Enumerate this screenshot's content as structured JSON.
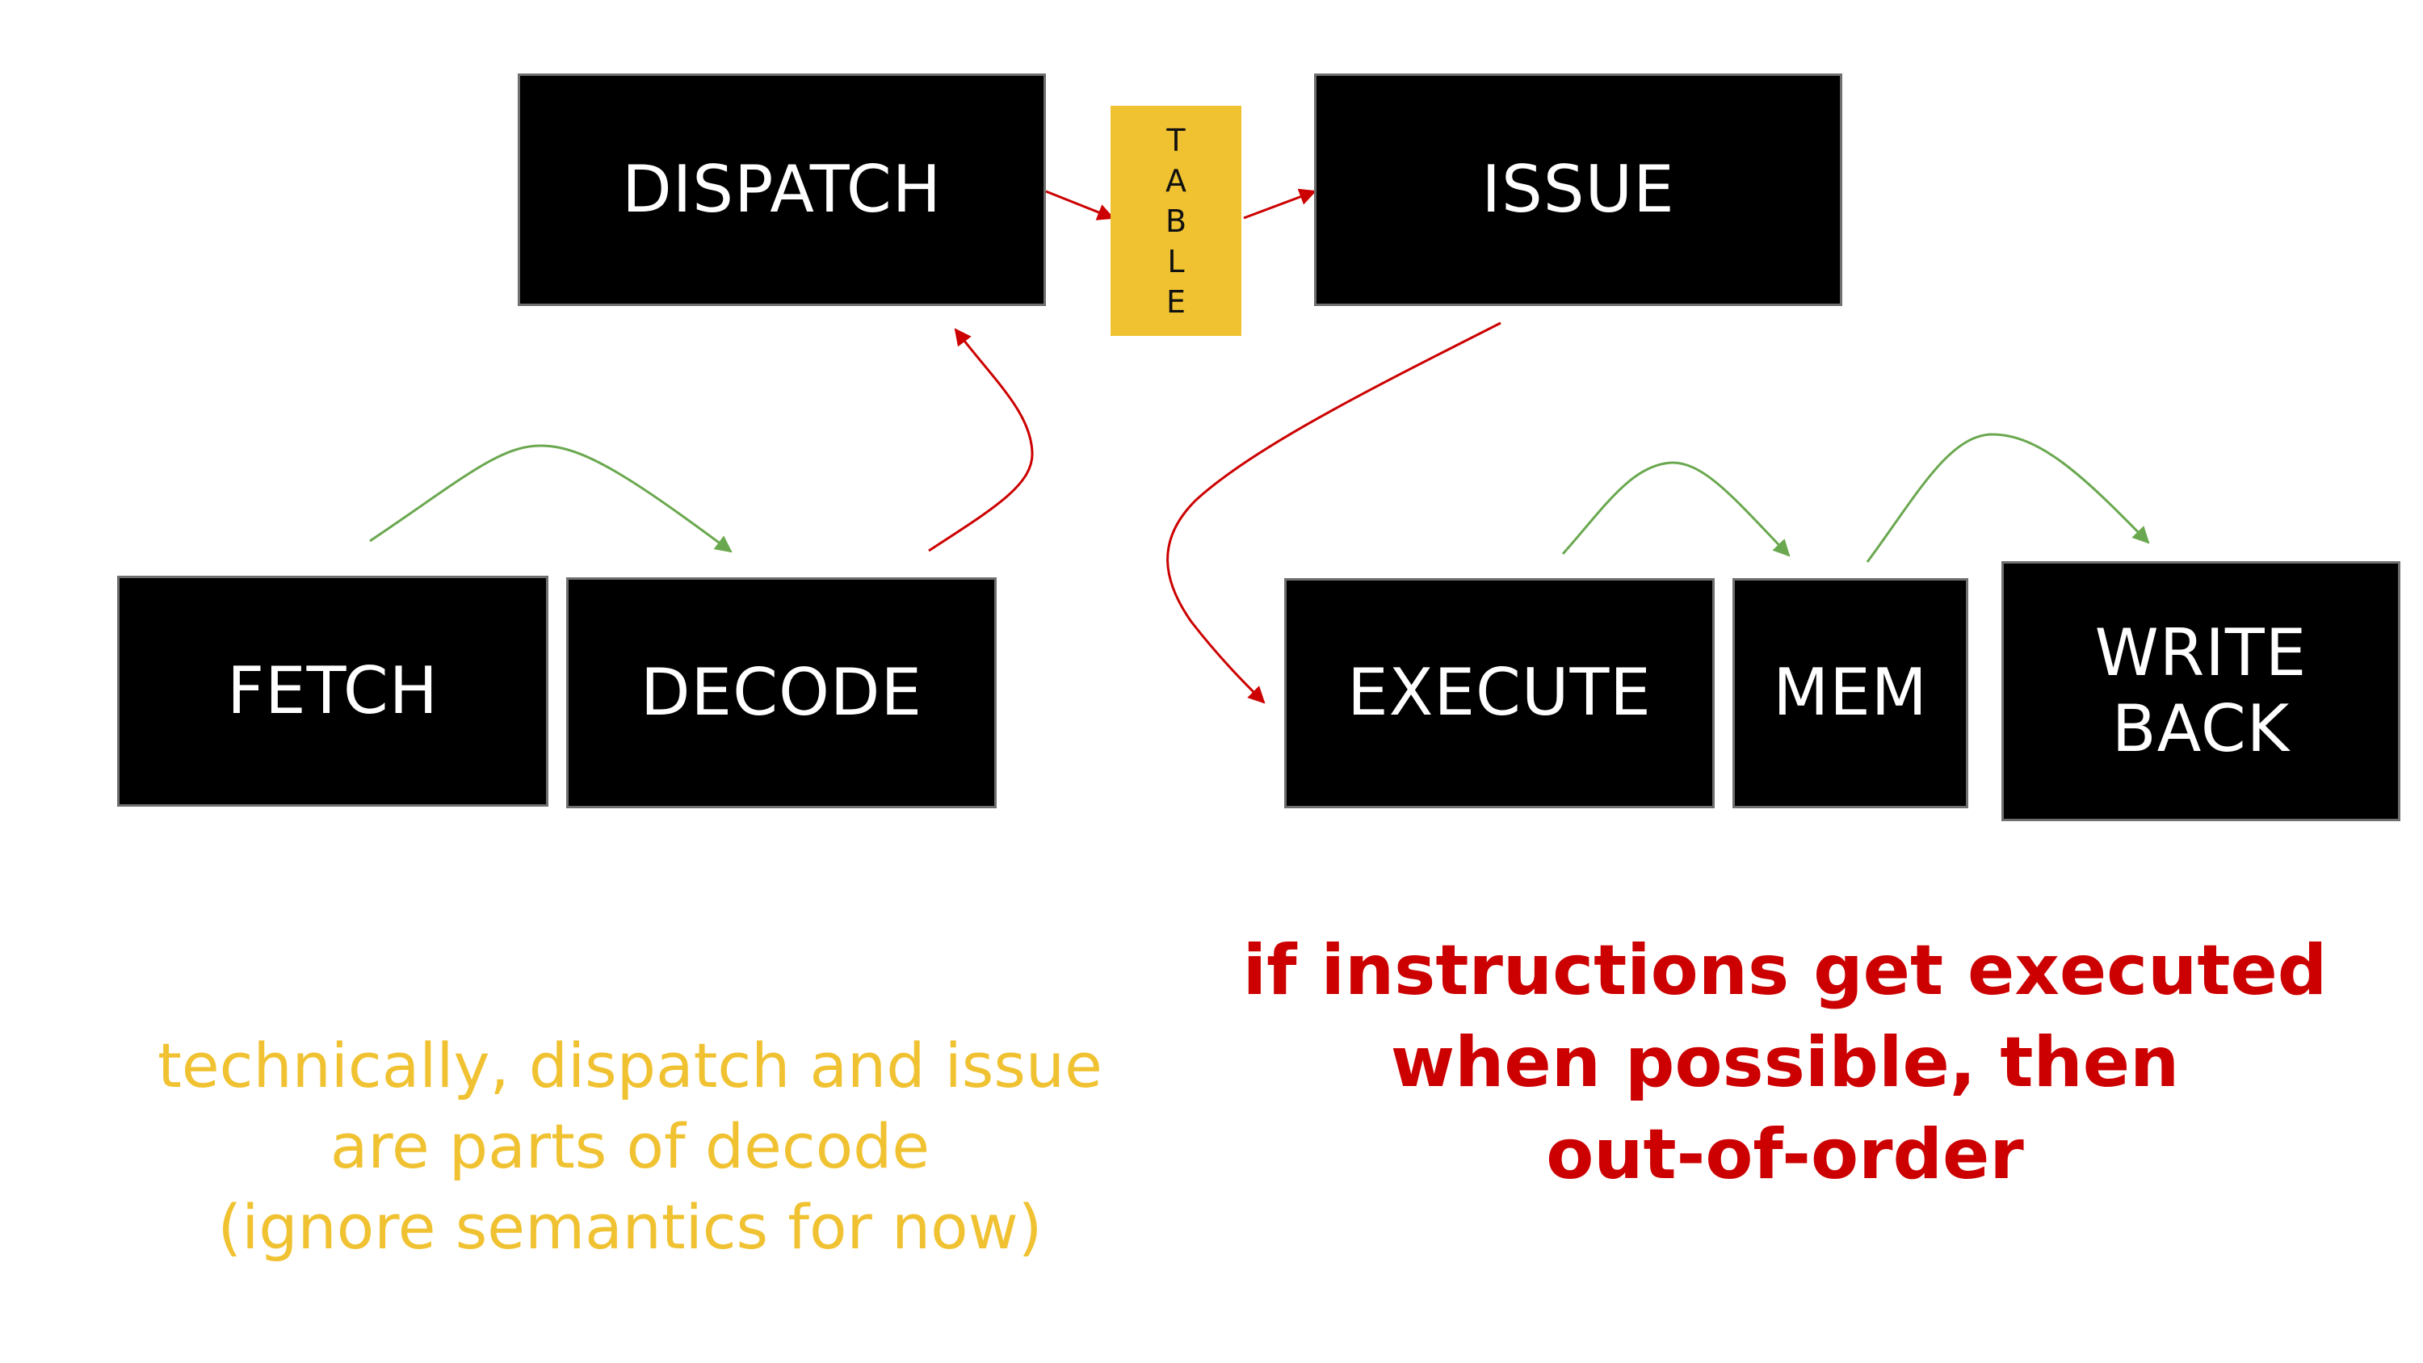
{
  "boxes": {
    "dispatch": "DISPATCH",
    "issue": "ISSUE",
    "fetch": "FETCH",
    "decode": "DECODE",
    "execute": "EXECUTE",
    "mem": "MEM",
    "write_back": "WRITE\nBACK"
  },
  "table_letters": [
    "T",
    "A",
    "B",
    "L",
    "E"
  ],
  "notes": {
    "yellow": "technically, dispatch and issue\nare parts of decode\n(ignore semantics for now)",
    "red": "if instructions get executed\nwhen possible, then\nout-of-order"
  },
  "colors": {
    "box_fill": "#000000",
    "box_text": "#ffffff",
    "table_fill": "#f0c232",
    "green_arrow": "#6aa84f",
    "red_arrow": "#cc0000",
    "yellow_text": "#f0c232",
    "red_text": "#cc0000"
  }
}
